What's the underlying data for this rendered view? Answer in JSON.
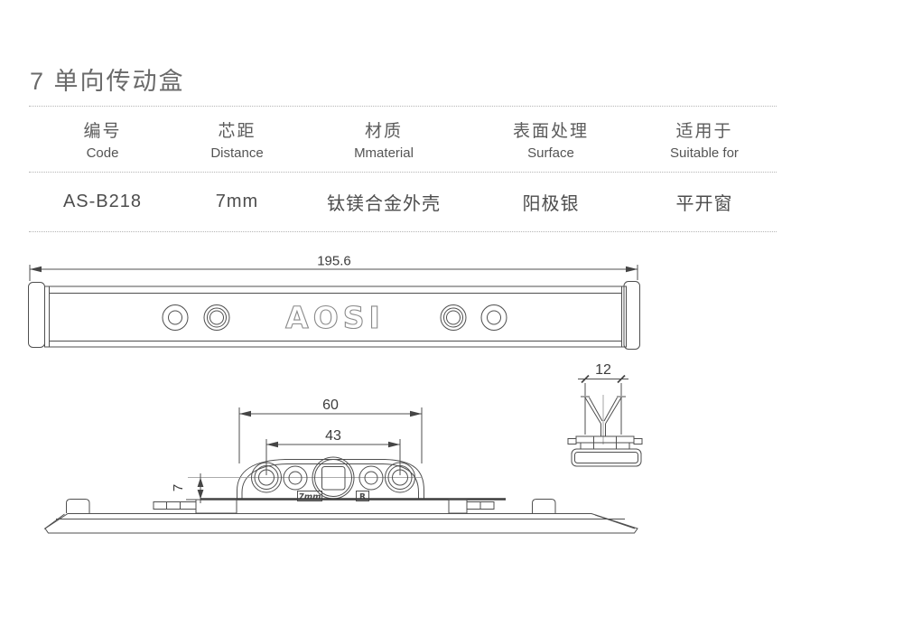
{
  "page": {
    "background": "#ffffff",
    "rule_color": "#b5b5b5"
  },
  "title": "7 单向传动盒",
  "spec_table": {
    "columns": [
      {
        "zh": "编号",
        "en": "Code"
      },
      {
        "zh": "芯距",
        "en": "Distance"
      },
      {
        "zh": "材质",
        "en": "Mmaterial"
      },
      {
        "zh": "表面处理",
        "en": "Surface"
      },
      {
        "zh": "适用于",
        "en": "Suitable for"
      }
    ],
    "row": {
      "code": "AS-B218",
      "distance": "7mm",
      "material": "钛镁合金外壳",
      "surface": "阳极银",
      "suitable_for": "平开窗"
    }
  },
  "drawing": {
    "logo": "AOSI",
    "dimensions": {
      "length": "195.6",
      "body_width": "60",
      "hole_spacing": "43",
      "height": "7",
      "pin_width": "12"
    },
    "tags": {
      "size_stamp": "7mm",
      "side_stamp": "R"
    },
    "colors": {
      "line": "#4f4f4f",
      "dim_text": "#3c3c3c"
    }
  }
}
